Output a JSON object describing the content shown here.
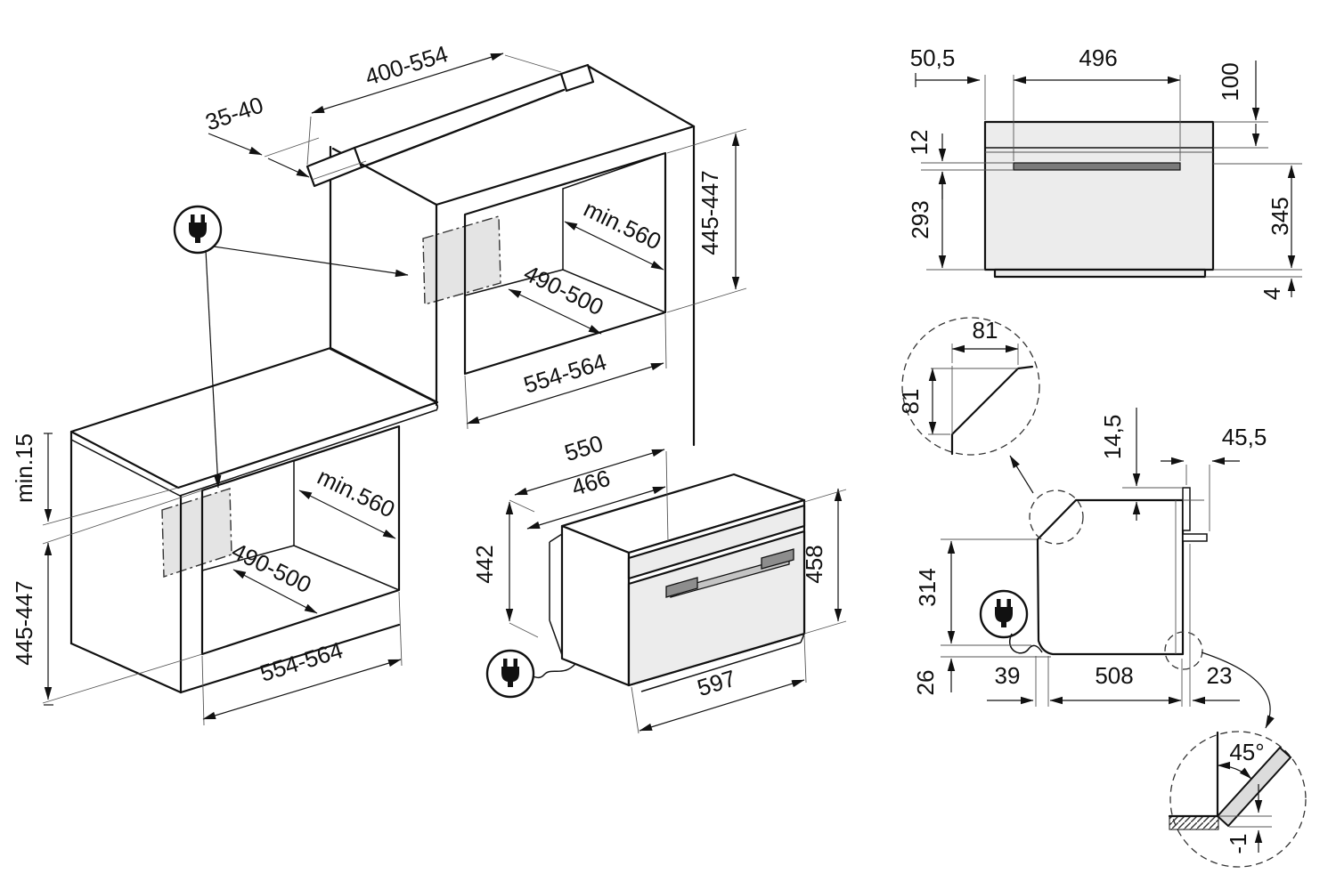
{
  "wall_unit": {
    "recess_width": "400-554",
    "recess_depth": "35-40",
    "niche_depth": "min.560",
    "rear_width": "490-500",
    "niche_height": "445-447",
    "niche_width": "554-564"
  },
  "base_unit": {
    "top_clearance": "min.15",
    "niche_height": "445-447",
    "niche_depth": "min.560",
    "rear_width": "490-500",
    "niche_width": "554-564"
  },
  "oven": {
    "total_depth": "550",
    "body_depth": "466",
    "body_height": "442",
    "front_height": "458",
    "width": "597"
  },
  "front_view": {
    "left_offset": "50,5",
    "handle_width": "496",
    "top_offset": "100",
    "handle_thickness": "12",
    "lower_height": "293",
    "side_height": "345",
    "plinth_height": "4"
  },
  "corner_detail": {
    "width": "81",
    "height": "81"
  },
  "side_view": {
    "top_recess": "14,5",
    "front_protrusion": "45,5",
    "rear_height": "314",
    "bottom_clearance": "26",
    "front_offset": "39",
    "body_depth": "508",
    "rear_offset": "23"
  },
  "door_detail": {
    "opening_angle": "45°",
    "floor_clearance": "-1"
  }
}
